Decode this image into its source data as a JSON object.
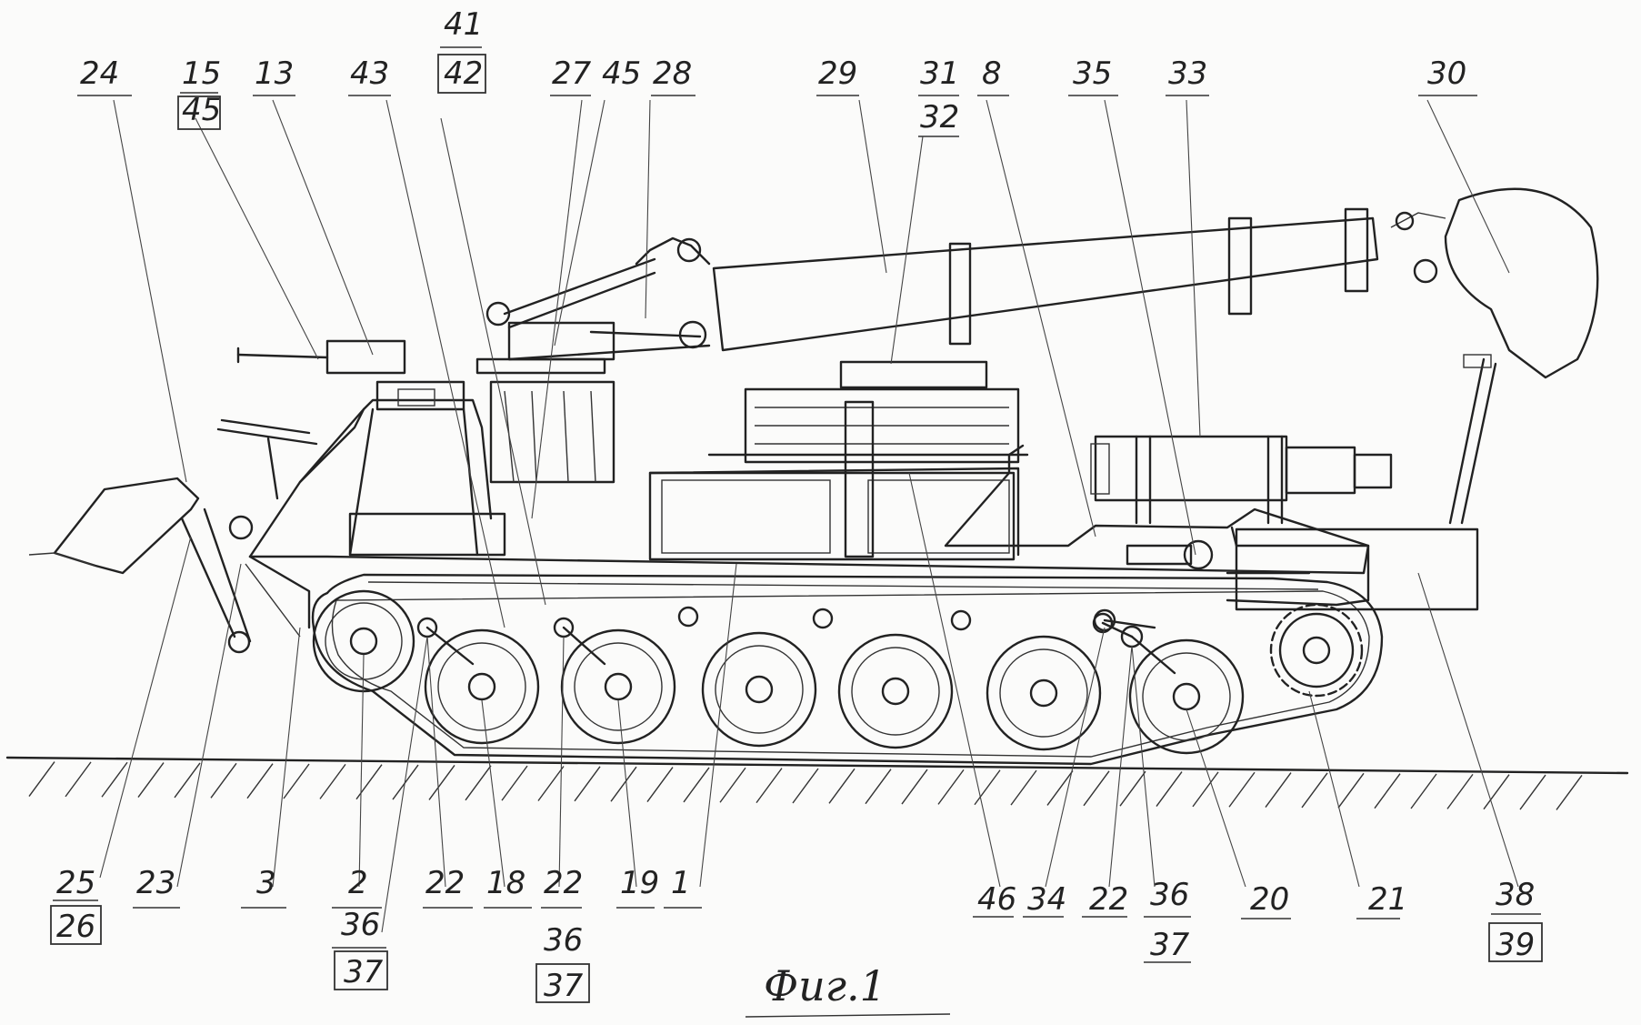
{
  "figure": {
    "caption": "Фиг.1",
    "colors": {
      "ink": "#222222",
      "paper": "#fbfbfa"
    },
    "labels": {
      "l24": "24",
      "l15": "15",
      "l45a": "45",
      "l13": "13",
      "l43": "43",
      "l41": "41",
      "l42": "42",
      "l27": "27",
      "l45b": "45",
      "l28": "28",
      "l29": "29",
      "l31": "31",
      "l32": "32",
      "l8": "8",
      "l35": "35",
      "l33": "33",
      "l30": "30",
      "l25": "25",
      "l26": "26",
      "l23": "23",
      "l3": "3",
      "l2": "2",
      "l36a": "36",
      "l37a": "37",
      "l22a": "22",
      "l18": "18",
      "l22b": "22",
      "l36b": "36",
      "l37b": "37",
      "l19": "19",
      "l1": "1",
      "l46": "46",
      "l34": "34",
      "l22c": "22",
      "l36c": "36",
      "l37c": "37",
      "l20": "20",
      "l21": "21",
      "l38": "38",
      "l39": "39"
    }
  }
}
